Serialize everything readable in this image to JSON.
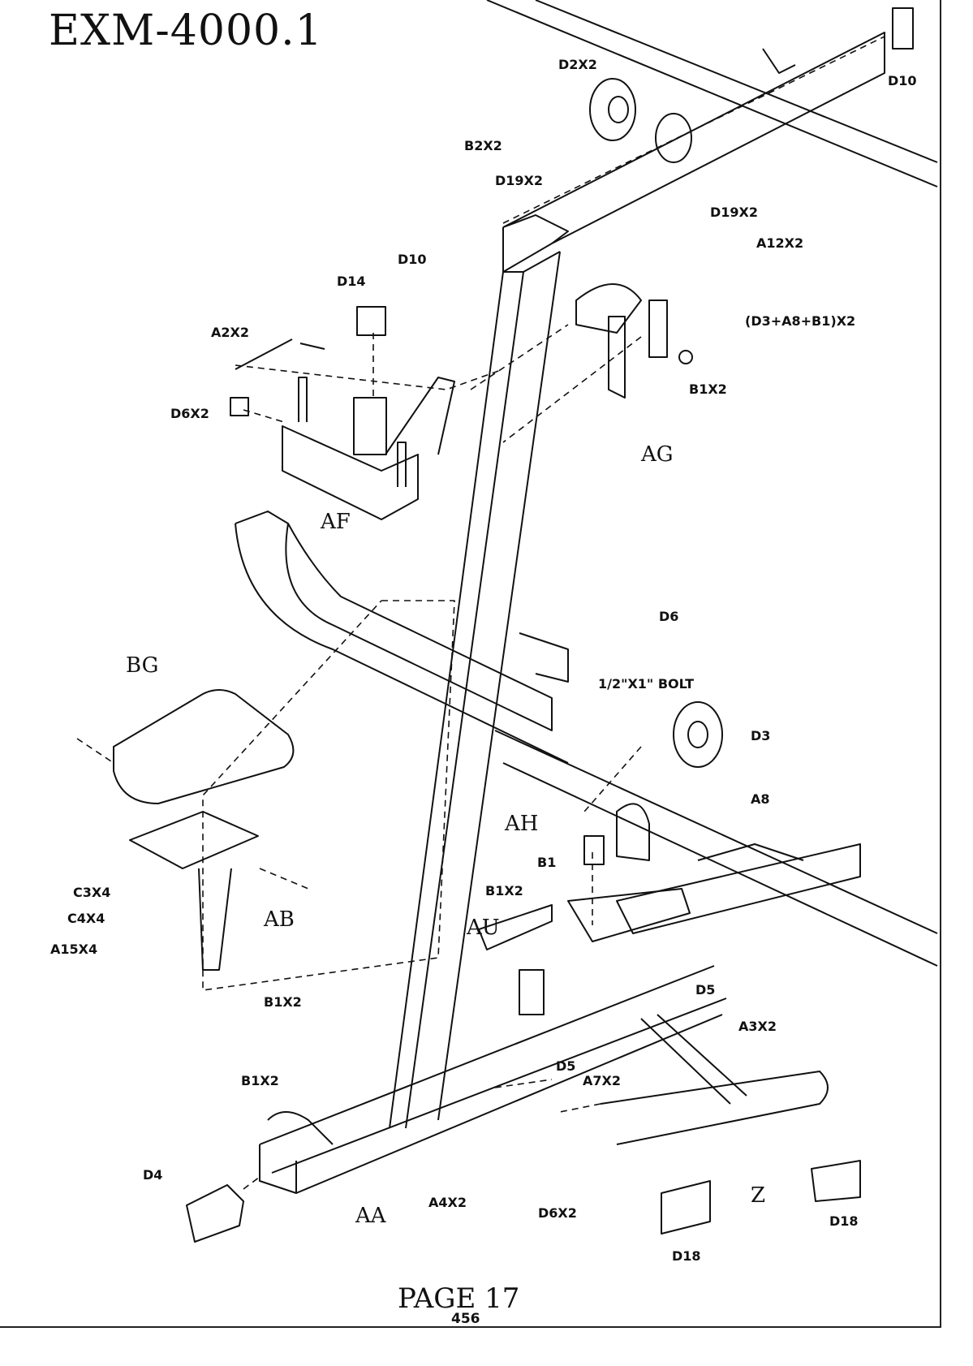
{
  "title": "EXM-4000.1",
  "labels": {
    "d10_top": "D10",
    "d2x2": "D2X2",
    "b2x2": "B2X2",
    "d19x2_a": "D19X2",
    "d19x2_b": "D19X2",
    "a12x2": "A12X2",
    "d10_mid": "D10",
    "d14": "D14",
    "a2x2": "A2X2",
    "d3a8b1x2": "(D3+A8+B1)X2",
    "b1x2_top": "B1X2",
    "d6x2_top": "D6X2",
    "ag": "AG",
    "af": "AF",
    "d6": "D6",
    "bg": "BG",
    "bolt": "1/2\"X1\" BOLT",
    "d3": "D3",
    "a8": "A8",
    "ah": "AH",
    "b1": "B1",
    "b1x2_mid": "B1X2",
    "au": "AU",
    "c3x4": "C3X4",
    "c4x4": "C4X4",
    "a15x4": "A15X4",
    "ab": "AB",
    "d5_a": "D5",
    "a3x2": "A3X2",
    "b1x2_low": "B1X2",
    "d5_b": "D5",
    "b1x2_bot": "B1X2",
    "a7x2": "A7X2",
    "d4": "D4",
    "aa": "AA",
    "a4x2": "A4X2",
    "d6x2_bot": "D6X2",
    "z": "Z",
    "d18_a": "D18",
    "d18_b": "D18"
  },
  "footer": {
    "page": "PAGE 17",
    "sheet_number": "456"
  }
}
